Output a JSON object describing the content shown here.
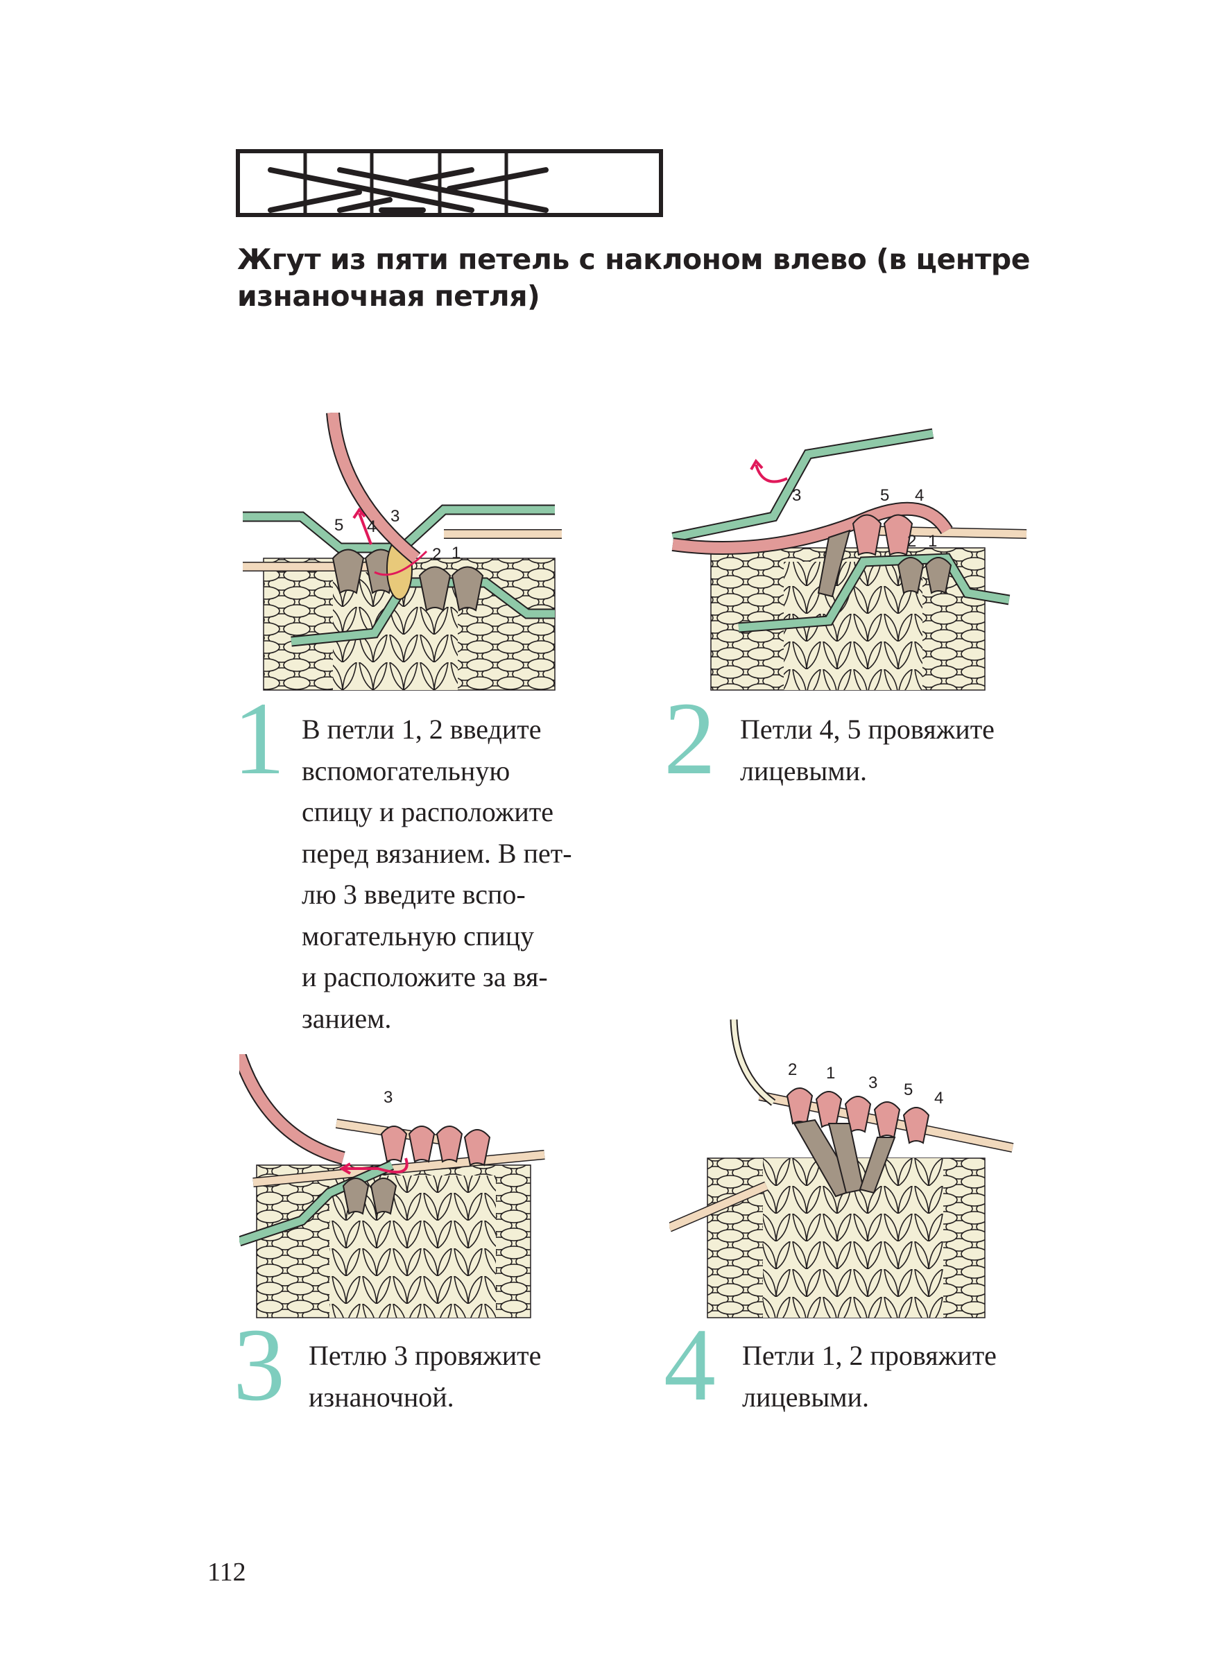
{
  "title_lines": [
    "Жгут из пяти петель с наклоном влево (в центре",
    "изнаночная петля)"
  ],
  "colors": {
    "accent_teal": "#7ecdbe",
    "needle_green": "#8fc9a8",
    "yarn_pink": "#e19a98",
    "stitch_cream": "#f3efd6",
    "stitch_taupe": "#a39585",
    "stitch_yellow": "#e8c97a",
    "arrow_red": "#e0195a"
  },
  "steps": [
    {
      "number": "1",
      "lines": [
        "В петли 1, 2 введите",
        "вспомогательную",
        "спицу и расположите",
        "перед вязанием. В пет-",
        "лю 3 введите вспо-",
        "могательную спицу",
        "и расположите за вя-",
        "занием."
      ],
      "labels": [
        "5",
        "4",
        "3",
        "2",
        "1"
      ]
    },
    {
      "number": "2",
      "lines": [
        "Петли 4, 5 провяжите",
        "лицевыми."
      ],
      "labels": [
        "3",
        "5",
        "4",
        "2",
        "1"
      ]
    },
    {
      "number": "3",
      "lines": [
        "Петлю 3 провяжите",
        "изнаночной."
      ],
      "labels": [
        "3"
      ]
    },
    {
      "number": "4",
      "lines": [
        "Петли 1, 2 провяжите",
        "лицевыми."
      ],
      "labels": [
        "2",
        "1",
        "3",
        "5",
        "4"
      ]
    }
  ],
  "page_number": "112"
}
